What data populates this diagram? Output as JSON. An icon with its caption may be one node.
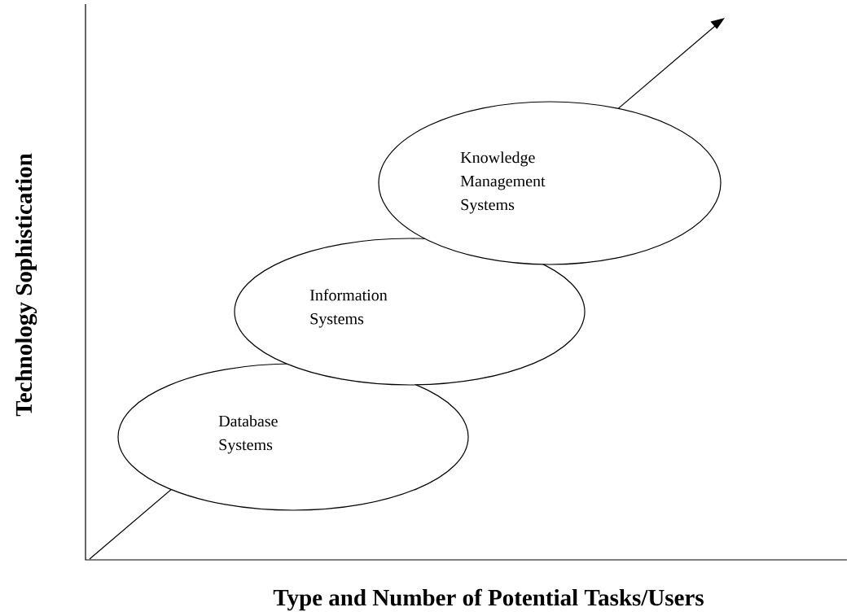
{
  "diagram": {
    "nodes": [
      {
        "text": [
          "Database Systems"
        ]
      },
      {
        "text": [
          "Information Systems"
        ]
      },
      {
        "text": [
          "Knowledge Management Systems"
        ]
      }
    ],
    "labels": [
      "Technology Sophistication",
      "Type and Number of Potential Tasks/Users"
    ]
  }
}
